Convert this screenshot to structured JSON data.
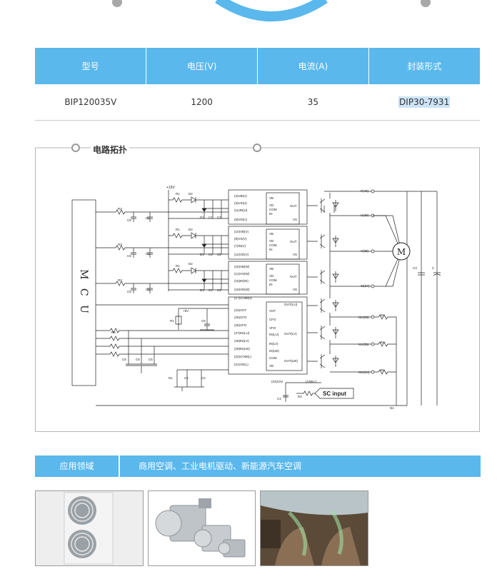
{
  "table": {
    "headers": [
      "型号",
      "电压(V)",
      "电流(A)",
      "封装形式"
    ],
    "row": [
      "BIP120035V",
      "1200",
      "35",
      "DIP30-7931"
    ]
  },
  "circuit": {
    "title": "电路拓扑",
    "mcu": "M C U",
    "motor": "M",
    "supply": "+15V",
    "vcc": "+5V",
    "sc_input": "SC input",
    "n1": "N1",
    "top_pins": [
      [
        "(4)VB(U)",
        "(3)VS(U)",
        "(11)IN(U)",
        "(6)VD(U)"
      ],
      [
        "(10)VB(V)",
        "(9)VS(V)",
        "(7)IN(V)",
        "(12)VD(V)"
      ],
      [
        "(16)VB(W)",
        "(14)VS(W)",
        "(15)IN(W)",
        "(18)VD(W)"
      ]
    ],
    "low_pins": [
      "(17)COM(H)",
      "(23)VOT",
      "(25)CFO",
      "(26)VFO",
      "(27)IN(LU)",
      "(28)IN(LV)",
      "(29)IN(LW)",
      "(22)COM(L)",
      "(21)VD(L)"
    ],
    "cin_pin": "(24)CIN",
    "nc_pin": "(19)N.C",
    "hs_labels": [
      "VB",
      "VD",
      "COM",
      "IN",
      "OUT",
      "VS"
    ],
    "ls_labels": [
      "VOT",
      "CFO",
      "VFO",
      "IN(LU)",
      "IN(LV)",
      "IN(LW)",
      "COM",
      "VD"
    ],
    "ls_outs": [
      "OUT(LU)",
      "OUT(LV)",
      "OUT(LW)"
    ],
    "right_pins": [
      "P(40)",
      "U(39)",
      "V(38)",
      "W(37)",
      "NU(36)",
      "NV(35)",
      "NW(34)"
    ],
    "components": {
      "r1": "R1",
      "r2": "R2",
      "r3": "R3",
      "r4": "R4",
      "r5": "R5",
      "d1": "D1",
      "d2": "D2",
      "c1": "C1",
      "c2": "C2",
      "c3": "C3",
      "c4": "C4",
      "c5": "C5",
      "c6": "C6",
      "c": "C",
      "rs": "Rs"
    }
  },
  "application": {
    "label": "应用领域",
    "text": "商用空调、工业电机驱动、新能源汽车空调"
  },
  "images": [
    "air-conditioner-outdoor-unit",
    "industrial-servo-motors",
    "car-interior-air-conditioning"
  ],
  "colors": {
    "accent": "#5ab8ec",
    "highlight": "#cde3f7"
  }
}
